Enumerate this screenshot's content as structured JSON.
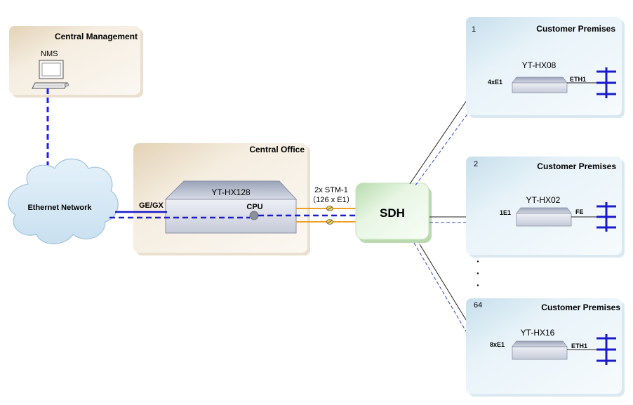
{
  "central_management": {
    "title": "Central Management",
    "nms_label": "NMS"
  },
  "ethernet_network": {
    "label": "Ethernet Network"
  },
  "central_office": {
    "title": "Central Office",
    "device_name": "YT-HX128",
    "uplink_label": "GE/GX",
    "cpu_label": "CPU",
    "link_line1": "2x STM-1",
    "link_line2": "（126 x E1）"
  },
  "sdh": {
    "label": "SDH"
  },
  "sites": [
    {
      "number": "1",
      "title": "Customer Premises",
      "device": "YT-HX08",
      "port_in": "4xE1",
      "port_out": "ETH1"
    },
    {
      "number": "2",
      "title": "Customer Premises",
      "device": "YT-HX02",
      "port_in": "1E1",
      "port_out": "FE"
    },
    {
      "number": "64",
      "title": "Customer Premises",
      "device": "YT-HX16",
      "port_in": "8xE1",
      "port_out": "ETH1"
    }
  ],
  "ellipsis_dots": [
    "·",
    "·",
    "·"
  ],
  "colors": {
    "management_link": "#1a1aff",
    "ethernet_link": "#1a1acc",
    "stm_link": "#f0a020",
    "sdh_fill": "#e6f5e0",
    "customer_fill": "#e4f1f8",
    "office_fill": "#f1e6d4"
  }
}
